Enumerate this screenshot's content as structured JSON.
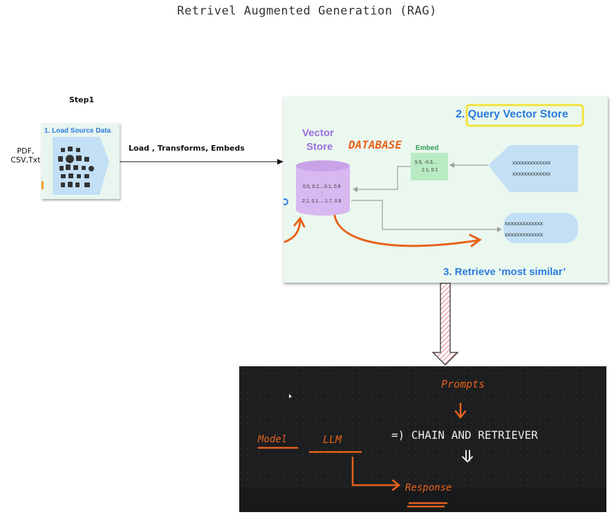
{
  "title": "Retrivel Augmented Generation (RAG)",
  "step1": "Step1",
  "source": {
    "input_label": "PDF,\nCSV,Txt",
    "panel_title": "1. Load Source Data",
    "arrow_label": "Load , Transforms, Embeds"
  },
  "vector": {
    "query_title": "2. Query Vector Store",
    "store_label_1": "Vector",
    "store_label_2": "Store",
    "database_note": "DATABASE",
    "embed_label": "Embed",
    "embed_line1": "5.5, -0.3...",
    "embed_line2": "2.1, 0.1",
    "db_line1": "0.5, 0.2....0.1, 0.9",
    "db_line2": ":",
    "db_line3": "2.1, 0.1.....1.7, 0.9",
    "query_line1": "xxxxxxxxxxxxx",
    "query_line2": "xxxxxxxxxxxxx",
    "result_line1": "xxxxxxxxxxxxx",
    "result_line2": "xxxxxxxxxxxxx",
    "retrieve_title": "3. Retrieve ‘most similar’"
  },
  "notes": {
    "prompts": "Prompts",
    "model": "Model",
    "llm": "LLM",
    "chain": "=) CHAIN AND RETRIEVER",
    "response": "Response"
  },
  "colors": {
    "blue_accent": "#2a7be0",
    "orange_ink": "#e8621c",
    "white_ink": "#ececec",
    "cylinder": "#d8b8f0",
    "embed_box": "#b9ebc3",
    "query_shape": "#c2dff5",
    "highlight": "#f2e33a",
    "hatch_arrow": "#e07a8a"
  }
}
